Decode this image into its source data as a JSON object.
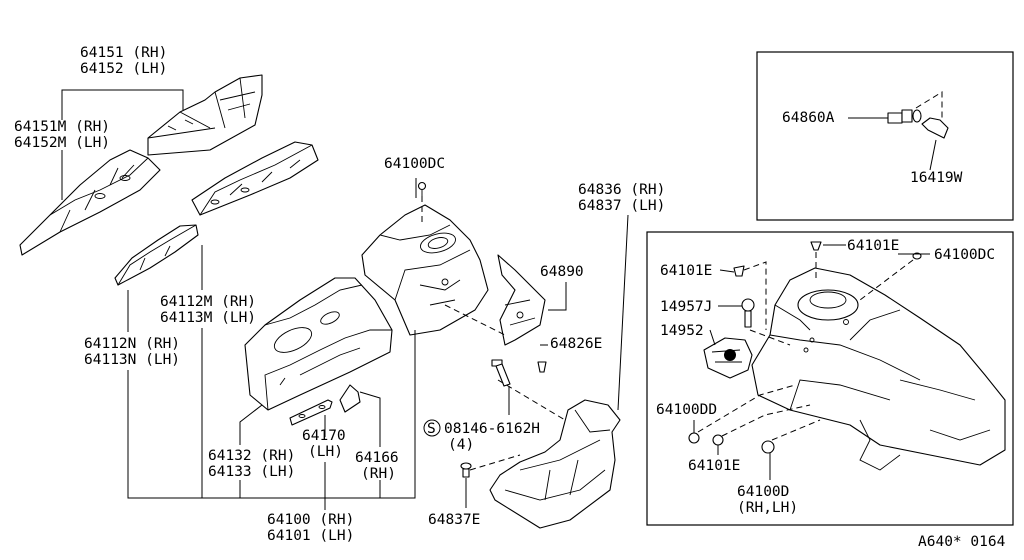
{
  "labels": {
    "p64151": "64151 (RH)",
    "p64152": "64152 (LH)",
    "p64151m": "64151M (RH)",
    "p64152m": "64152M (LH)",
    "p64112m": "64112M (RH)",
    "p64113m": "64113M (LH)",
    "p64112n": "64112N (RH)",
    "p64113n": "64113N (LH)",
    "p64100dc_main": "64100DC",
    "p64836": "64836 (RH)",
    "p64837": "64837 (LH)",
    "p64890": "64890",
    "p64826e": "64826E",
    "p08146_code": "08146-6162H",
    "p08146_qty": "(4)",
    "p08146_symbol": "S",
    "p64837e": "64837E",
    "p64132": "64132 (RH)",
    "p64133": "64133 (LH)",
    "p64170": "64170",
    "p64170_side": "(LH)",
    "p64166": "64166",
    "p64166_side": "(RH)",
    "p64100": "64100 (RH)",
    "p64101": "64101 (LH)",
    "p64860a": "64860A",
    "p16419w": "16419W",
    "p64101e_a": "64101E",
    "p64101e_b": "64101E",
    "p64101e_c": "64101E",
    "p64100dc_inset": "64100DC",
    "p14957j": "14957J",
    "p14952": "14952",
    "p64100dd": "64100DD",
    "p64100d": "64100D",
    "p64100d_side": "(RH,LH)",
    "diagram_code": "A640* 0164"
  }
}
